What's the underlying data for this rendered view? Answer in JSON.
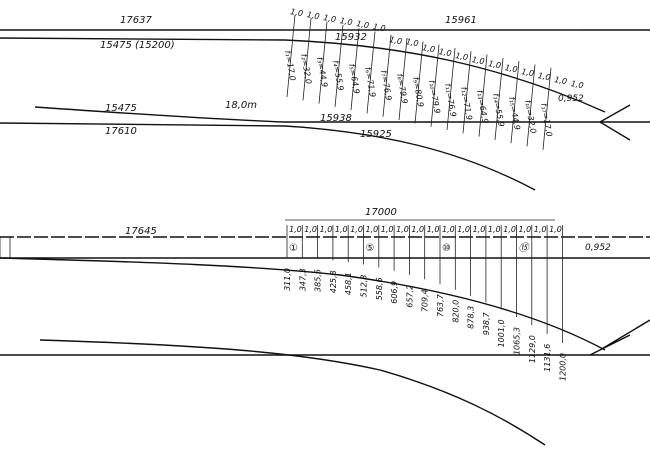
{
  "upper": {
    "labels": {
      "top_line": "17637",
      "top_right": "15961",
      "second_line": "15475 (15200)",
      "diverging_upper": "15932",
      "third_line": "15475",
      "third_mid": "15938",
      "fourth_line": "17610",
      "curve_lower": "15925",
      "length": "18,0m",
      "end_offset": "0,952"
    },
    "spacing": "1,0",
    "ordinates": [
      "f₁=17,0",
      "f₂=32,0",
      "f₃=44,9",
      "f₄=55,9",
      "f₅=64,9",
      "f₆=71,9",
      "f₇=76,9",
      "f₈=79,9",
      "f₉=80,9",
      "f₁₀=79,9",
      "f₁₁=76,9",
      "f₁₂=71,9",
      "f₁₃=64,9",
      "f₁₄=55,9",
      "f₁₅=44,9",
      "f₁₆=32,0",
      "f₁₇=17,0"
    ]
  },
  "lower": {
    "labels": {
      "main_line": "17645",
      "overall": "17000",
      "end_offset": "0,952"
    },
    "spacing": "1,0",
    "markers": [
      "①",
      "⑤",
      "⑩",
      "⑮"
    ],
    "offsets": [
      "311,0",
      "347,3",
      "385,5",
      "425,8",
      "458,1",
      "512,3",
      "558,6",
      "606,9",
      "657,2",
      "709,4",
      "763,7",
      "820,0",
      "878,3",
      "938,7",
      "1001,0",
      "1065,3",
      "1129,0",
      "1131,6",
      "1200,0"
    ]
  }
}
